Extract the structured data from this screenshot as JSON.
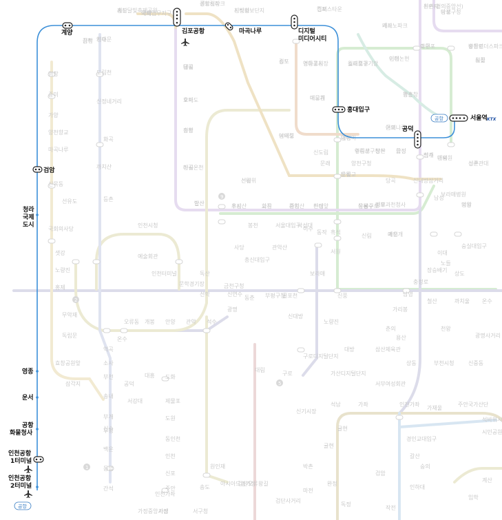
{
  "map": {
    "highlight_line_color": "#3b8fd8",
    "highlight_line_name": "공항철도",
    "airport_badge": "공항",
    "ktx_mark": "KTX",
    "focus_stations": [
      {
        "id": "gyeyang",
        "name": "계양"
      },
      {
        "id": "gimpo",
        "name": "김포공항"
      },
      {
        "id": "magoknaru",
        "name": "마곡나루"
      },
      {
        "id": "dmc",
        "name_line1": "디지털",
        "name_line2": "미디어시티"
      },
      {
        "id": "hongik",
        "name": "홍대입구"
      },
      {
        "id": "gongdeok",
        "name": "공덕"
      },
      {
        "id": "seoul",
        "name": "서울역"
      },
      {
        "id": "geomam",
        "name": "검암"
      },
      {
        "id": "cheongna",
        "name_line1": "청라",
        "name_line2": "국제",
        "name_line3": "도시"
      },
      {
        "id": "yeongjong",
        "name": "영종"
      },
      {
        "id": "unseo",
        "name": "운서"
      },
      {
        "id": "cargo",
        "name_line1": "공항",
        "name_line2": "화물청사"
      },
      {
        "id": "t1",
        "name_line1": "인천공항",
        "name_line2": "1터미널"
      },
      {
        "id": "t2",
        "name_line1": "인천공항",
        "name_line2": "2터미널"
      }
    ],
    "background_labels": [
      "계산",
      "개화",
      "공항시장",
      "신방화",
      "김포",
      "가좌",
      "신촌(경의중앙선)",
      "서대문",
      "금천",
      "김포",
      "월드컵경기장",
      "이대",
      "아현",
      "충정로",
      "시청",
      "대곡",
      "효자",
      "송정",
      "마곡",
      "발산",
      "우장산",
      "화곡",
      "까치산",
      "신정",
      "목동",
      "오목교",
      "양평",
      "영등포구청",
      "당산",
      "합정",
      "상수",
      "광흥창",
      "대흥",
      "마포",
      "애오개",
      "애오개",
      "영등포시장",
      "신길",
      "여의도",
      "여의나루",
      "마포구청",
      "망원",
      "신촌",
      "이대",
      "충정로",
      "남영",
      "용산",
      "노량진",
      "대방",
      "신풍",
      "보라매",
      "신대방",
      "구로디지털단지",
      "대림",
      "구로",
      "가산디지털단지",
      "독산",
      "금천구청",
      "광명",
      "석수",
      "관악",
      "안양",
      "개봉",
      "오류동",
      "온수",
      "역곡",
      "소사",
      "부천",
      "송내",
      "부개",
      "부평",
      "백운",
      "동암",
      "간석",
      "주안",
      "도화",
      "제물포",
      "도원",
      "동인천",
      "인천",
      "신포",
      "송도",
      "원인재",
      "인천시청",
      "예술회관",
      "인천터미널",
      "문학경기장",
      "선학",
      "신연수",
      "동춘",
      "부평구청",
      "굴포천",
      "삼산체육관",
      "상동",
      "부천시청",
      "신중동",
      "춘의",
      "까치울",
      "온수",
      "천왕",
      "광명사거리",
      "철산",
      "가리봉",
      "남구로",
      "신림",
      "서원",
      "관악산",
      "봉천",
      "서울대입구",
      "낙성대",
      "사당",
      "총신대입구",
      "이수",
      "동작",
      "흑석",
      "노들",
      "상도",
      "장승배기",
      "숭실대입구",
      "남성",
      "신대방삼거리",
      "보라매병원",
      "당곡",
      "신도림",
      "문래",
      "양천구청",
      "도림천",
      "신정네거리",
      "화곡",
      "까치산",
      "등촌",
      "염창",
      "증미",
      "가양",
      "양천향교",
      "마곡나루",
      "신목동",
      "선유도",
      "국회의사당",
      "샛강",
      "노량진",
      "홍제",
      "무악재",
      "독립문",
      "효창공원앞",
      "삼각지",
      "공덕",
      "대흥",
      "서강대",
      "신수",
      "인천가좌",
      "가정",
      "가정중앙시장",
      "서구청",
      "아시아드경기장",
      "검단오류",
      "왕길",
      "검단사거리",
      "마전",
      "완정",
      "독정",
      "검암",
      "작전",
      "갈산",
      "경인교대입구",
      "계산",
      "임학",
      "박촌",
      "귤현",
      "귤현",
      "석남",
      "가좌",
      "서부여성회관",
      "인천가좌",
      "가재울",
      "주안국가산단",
      "석바위시장",
      "시민공원",
      "인하대",
      "숭의",
      "신기시장",
      "송도달빛축제공원",
      "국제업무지구",
      "센트럴파크",
      "지식정보단지",
      "캠퍼스타운",
      "테크노파크",
      "원인재",
      "연수",
      "청학",
      "송도",
      "소래포구",
      "인천논현",
      "호구포",
      "남동인더스파크",
      "월곶",
      "달월",
      "오이도",
      "정왕",
      "신길온천",
      "안산",
      "초지",
      "고잔",
      "중앙",
      "한대앞",
      "상록수",
      "반월",
      "대야미",
      "수리산",
      "산본",
      "금정",
      "범계",
      "평촌",
      "인덕원",
      "정부과천청사",
      "과천",
      "대공원",
      "경마공원",
      "선바위",
      "남태령",
      "군포",
      "당정",
      "의왕",
      "성균관대"
    ],
    "background_station_codes": [
      "1",
      "2",
      "5",
      "9"
    ]
  }
}
